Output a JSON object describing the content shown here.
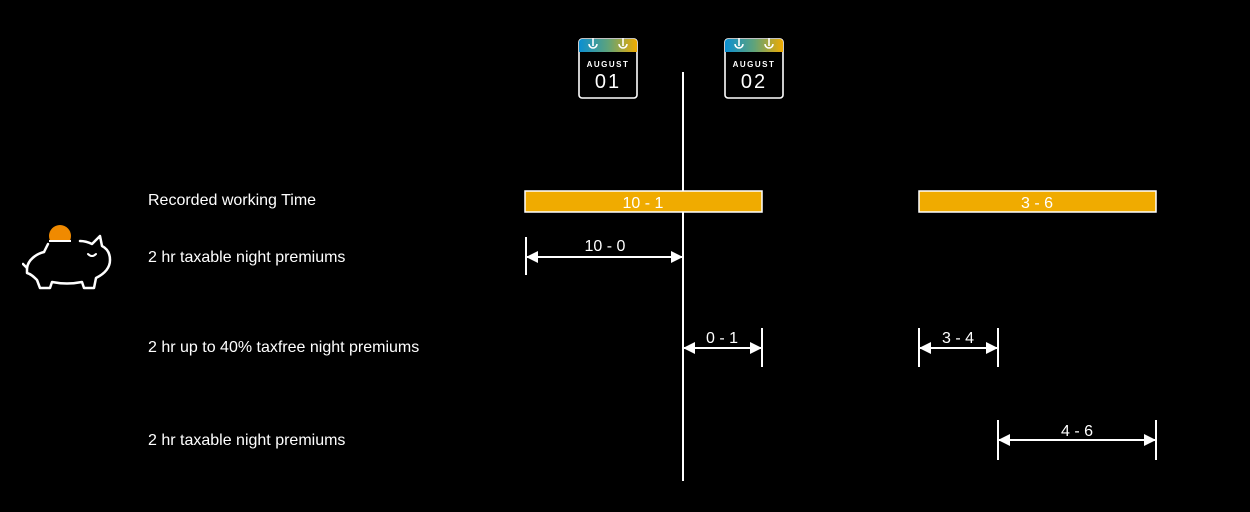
{
  "calendars": [
    {
      "month": "AUGUST",
      "day": "01"
    },
    {
      "month": "AUGUST",
      "day": "02"
    }
  ],
  "rows": [
    {
      "label": "Recorded working Time"
    },
    {
      "label": "2 hr taxable night premiums"
    },
    {
      "label": "2 hr up to 40% taxfree night premiums"
    },
    {
      "label": "2 hr taxable night premiums"
    }
  ],
  "bars": [
    {
      "label": "10 - 1",
      "color": "#f0ab00"
    },
    {
      "label": "3 - 6",
      "color": "#f0ab00"
    }
  ],
  "intervals": [
    {
      "label": "10 - 0"
    },
    {
      "label": "0 - 1"
    },
    {
      "label": "3 - 4"
    },
    {
      "label": "4 - 6"
    }
  ],
  "icons": {
    "piggy_bank": "piggy-bank-icon",
    "calendar": "calendar-icon",
    "coin_color": "#f08a00"
  }
}
